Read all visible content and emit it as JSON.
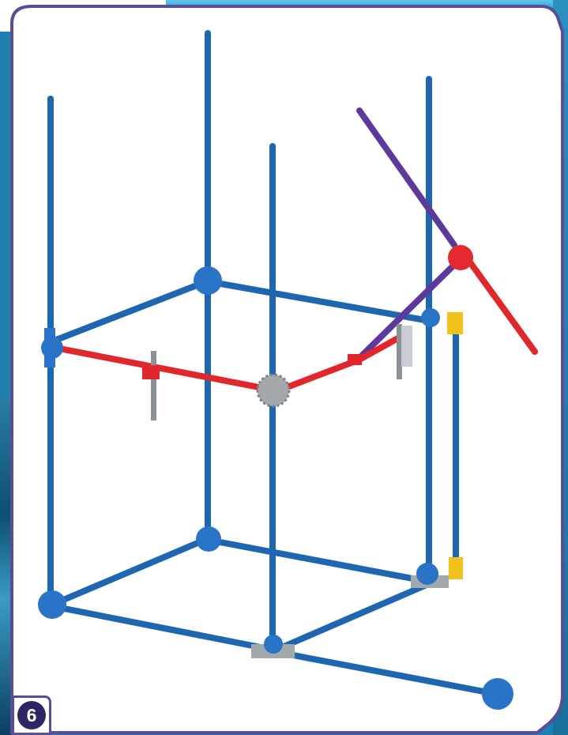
{
  "step": {
    "number": "6"
  },
  "colors": {
    "frame_border": "#5a4d96",
    "rod_blue": "#1f66b0",
    "rod_red": "#e0272b",
    "rod_purple": "#5b3a9c",
    "connector_blue": "#2a74c8",
    "connector_red": "#e32b2f",
    "connector_gray": "#9aa0a6",
    "connector_yellow": "#f1c21b",
    "page_bg": "#ffffff",
    "outer_bg": "#1f7fae"
  },
  "parts": {
    "blue_rods": "blue-rod",
    "red_rods": "red-rod",
    "purple_rods": "purple-rod",
    "connectors": "connector",
    "gears": "gear"
  }
}
